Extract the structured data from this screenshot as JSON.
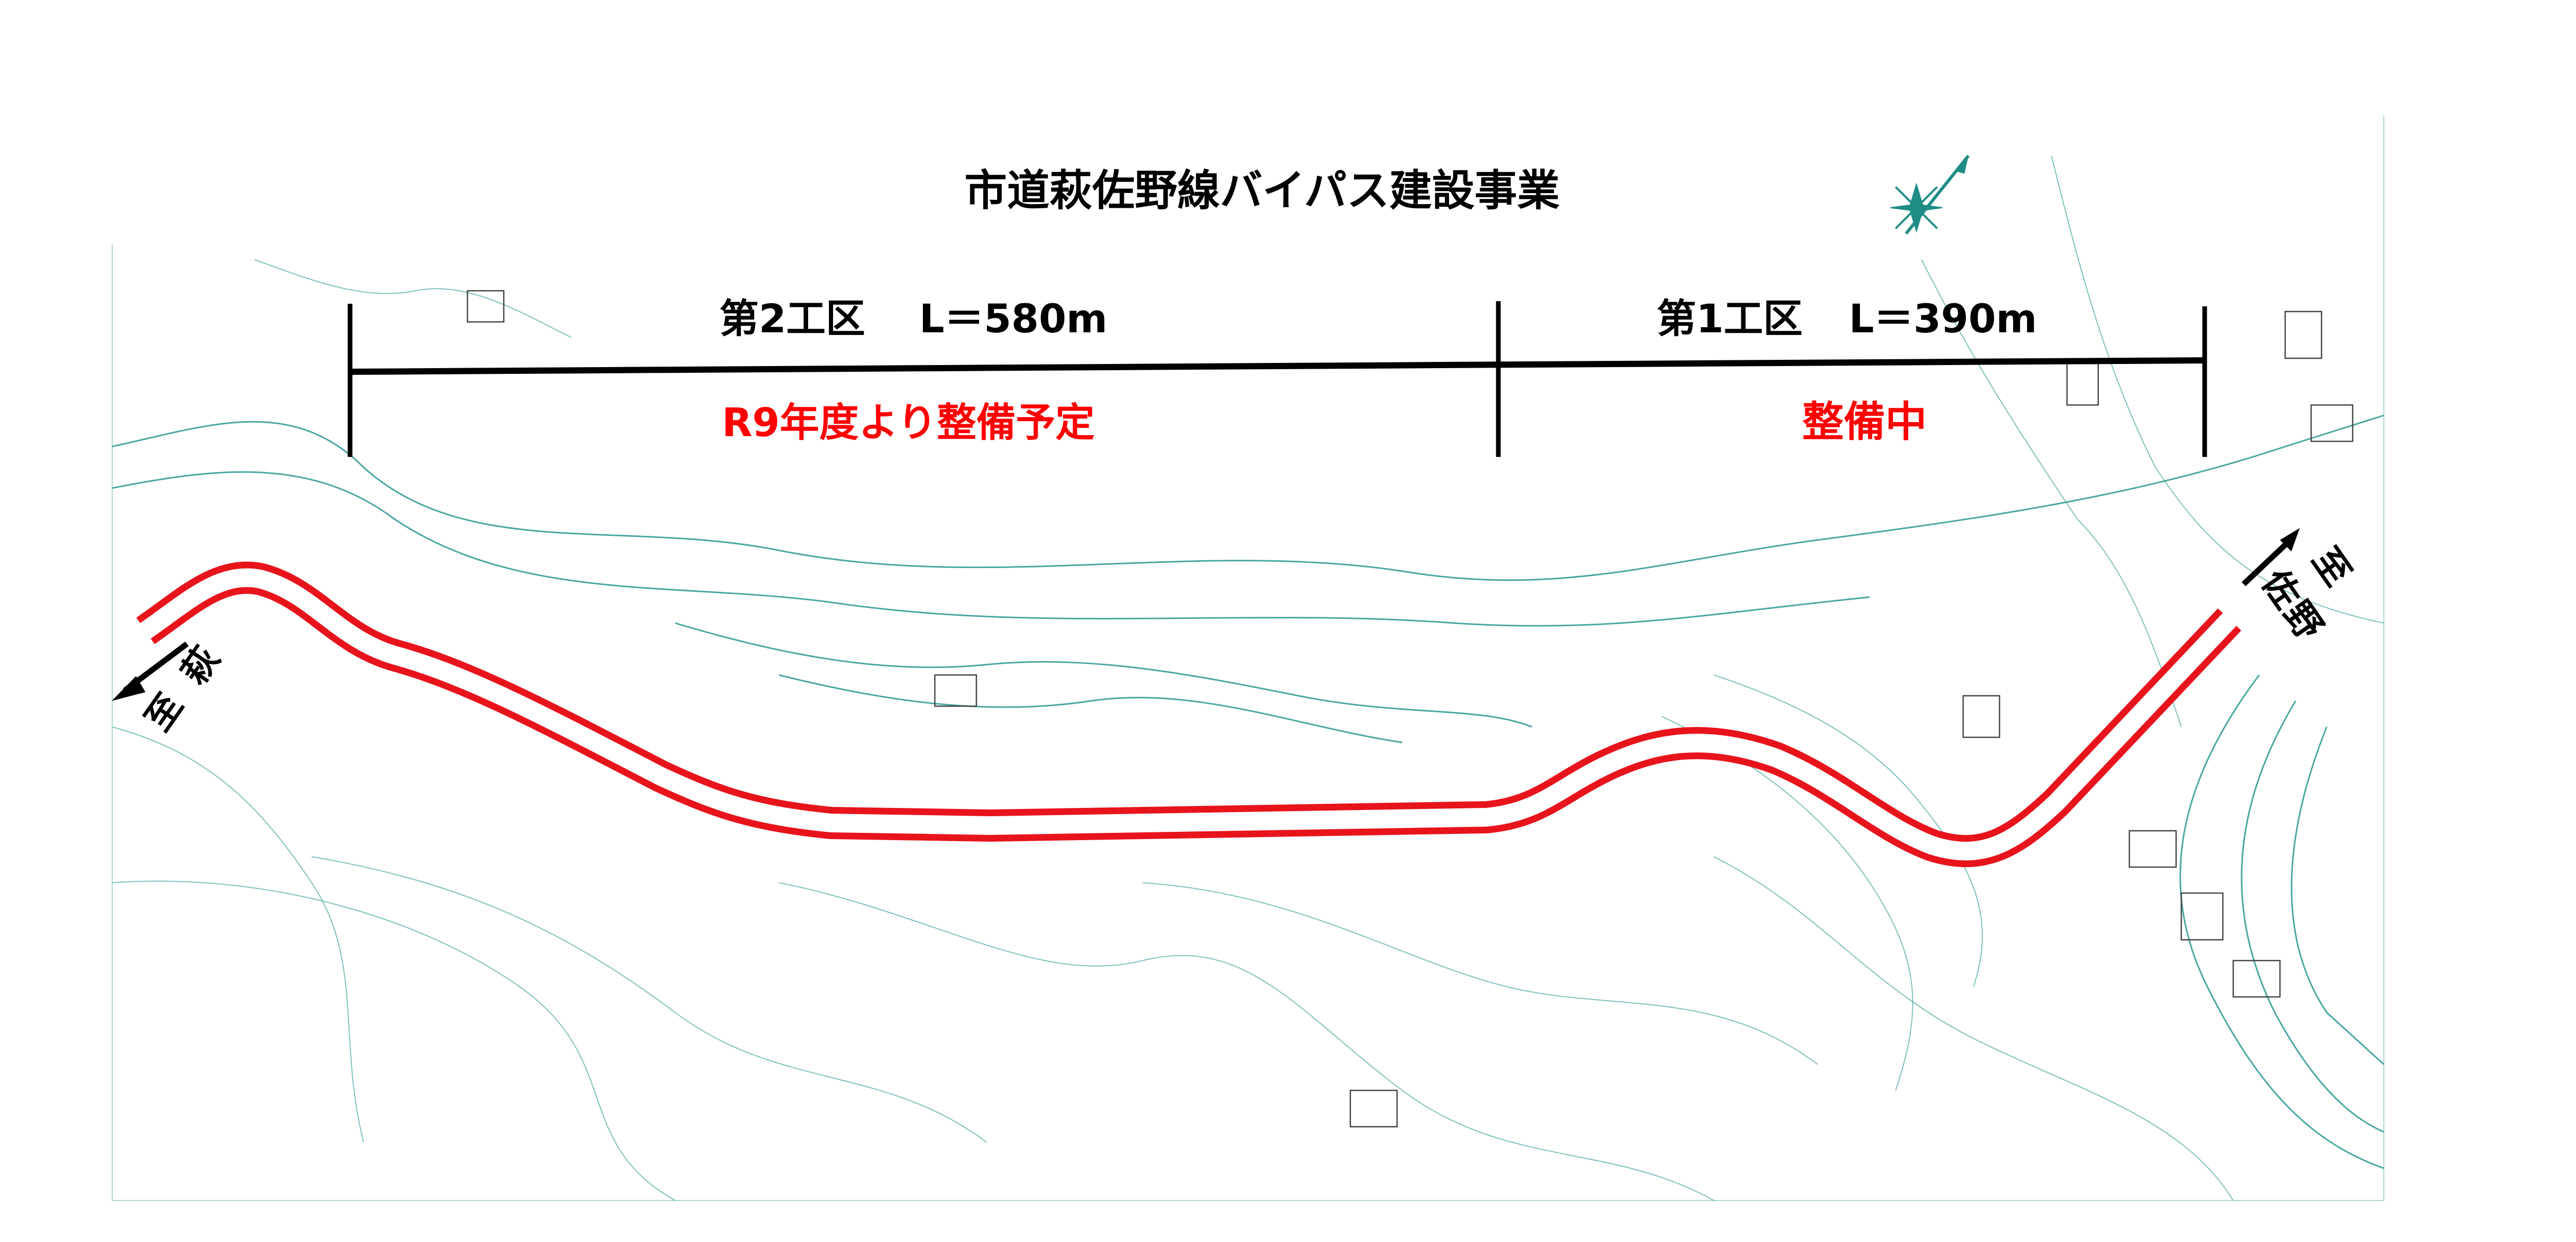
{
  "title": "市道萩佐野線バイパス建設事業",
  "sections": [
    {
      "label": "第2工区",
      "length": "L＝580m",
      "status": "R9年度より整備予定"
    },
    {
      "label": "第1工区",
      "length": "L＝390m",
      "status": "整備中"
    }
  ],
  "directions": {
    "west": {
      "prefix": "至",
      "place": "萩"
    },
    "east": {
      "prefix": "至",
      "place": "佐野"
    }
  },
  "colors": {
    "road_plan": "#e8141c",
    "topo_lines": "#2a9890",
    "section_bar": "#000000",
    "status_text": "#ff0000"
  },
  "icons": {
    "compass": "north-arrow-icon"
  }
}
